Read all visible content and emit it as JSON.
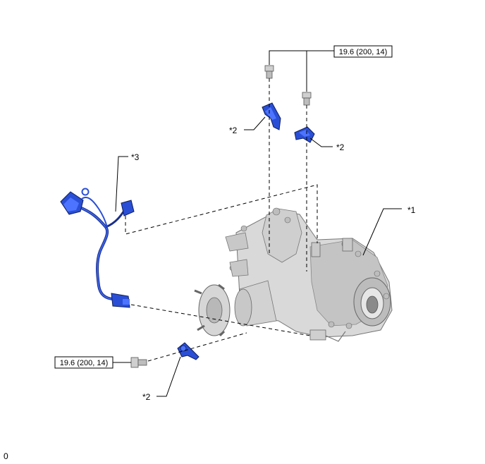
{
  "torque_specs": [
    {
      "id": "top",
      "text": "19.6 (200, 14)"
    },
    {
      "id": "bottom",
      "text": "19.6 (200, 14)"
    }
  ],
  "callouts": {
    "assembly": "*1",
    "bracket_left_top": "*2",
    "bracket_right_top": "*2",
    "bracket_bottom": "*2",
    "wire_harness": "*3"
  },
  "footer_code": "0",
  "colors": {
    "part_blue": "#2a4fd6",
    "part_blue_dark": "#1a2f8a",
    "body_grey": "#d8d8d8",
    "body_dark": "#9a9a9a",
    "line": "#000000"
  }
}
